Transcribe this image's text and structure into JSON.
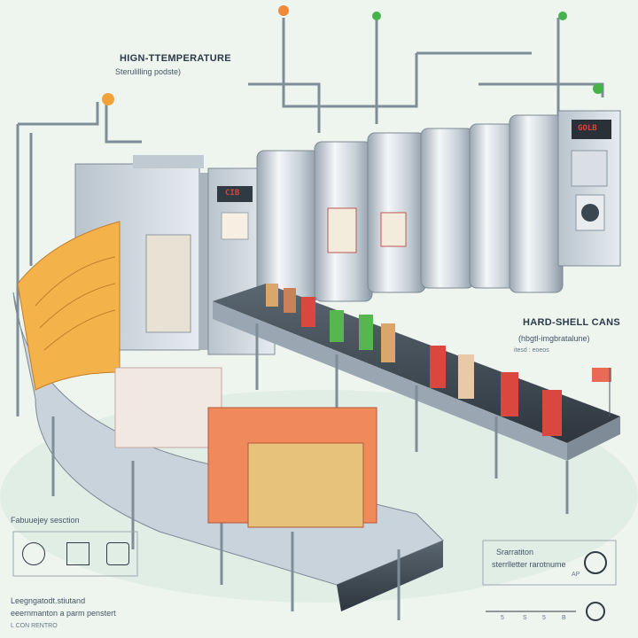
{
  "labels": {
    "high_temp_title": "HIGN-TTEMPERATURE",
    "high_temp_sub": "Sterulilling podste)",
    "hard_shell_title": "HARD-SHELL CANS",
    "hard_shell_sub": "(hbgtl-imgbratalune)",
    "hard_shell_note": "itesd : eoeos",
    "industry_title": "Fabuuejey sesction",
    "legend_line1": "Leegngatodt.stiutand",
    "legend_line2": "eeernmanton a parm penstert",
    "legend_line3": "L CON RENTRO",
    "sterilization_title": "Srarratiton",
    "sterilization_sub": "sterrlletter rarotnume",
    "sterilization_ap": "AP",
    "scale_labels": [
      "5",
      "S",
      "5",
      "B"
    ],
    "panel_left": "CIB",
    "panel_right": "GOLB"
  },
  "icons": {
    "industry_icons": [
      "machine-icon",
      "grid-icon",
      "can-icon"
    ],
    "sterilization_icons": [
      "gear-icon",
      "steam-icon"
    ]
  },
  "colors": {
    "steel": "#c9d3db",
    "steel_dark": "#8a97a3",
    "belt": "#3b4650",
    "carton_orange": "#f3b24a",
    "can_red": "#d9473f",
    "can_green": "#58b650",
    "accent_red": "#e0413a"
  }
}
